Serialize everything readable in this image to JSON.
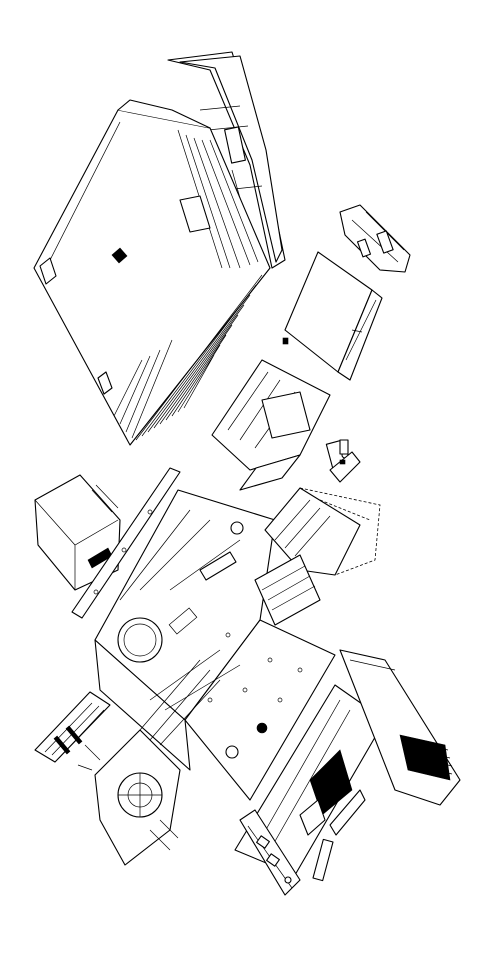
{
  "colors": {
    "line": "#000000",
    "background": "#ffffff"
  },
  "parts": [
    {
      "id": "front-bezel",
      "icon": "front-bezel-icon"
    },
    {
      "id": "top-cover",
      "icon": "cover-icon"
    },
    {
      "id": "drive-bay-bracket",
      "icon": "bracket-icon"
    },
    {
      "id": "optical-drive",
      "icon": "drive-icon"
    },
    {
      "id": "drive-cage",
      "icon": "cage-icon"
    },
    {
      "id": "power-supply",
      "icon": "psu-icon"
    },
    {
      "id": "side-rail",
      "icon": "rail-icon"
    },
    {
      "id": "chassis",
      "icon": "chassis-icon"
    },
    {
      "id": "hard-drive-cage",
      "icon": "hdd-cage-icon"
    },
    {
      "id": "io-board",
      "icon": "board-icon"
    },
    {
      "id": "riser-board",
      "icon": "riser-icon"
    },
    {
      "id": "fan-assembly",
      "icon": "fan-icon"
    },
    {
      "id": "system-board",
      "icon": "motherboard-icon"
    },
    {
      "id": "expansion-card",
      "icon": "card-icon"
    },
    {
      "id": "rear-bracket",
      "icon": "rear-bracket-icon"
    }
  ]
}
